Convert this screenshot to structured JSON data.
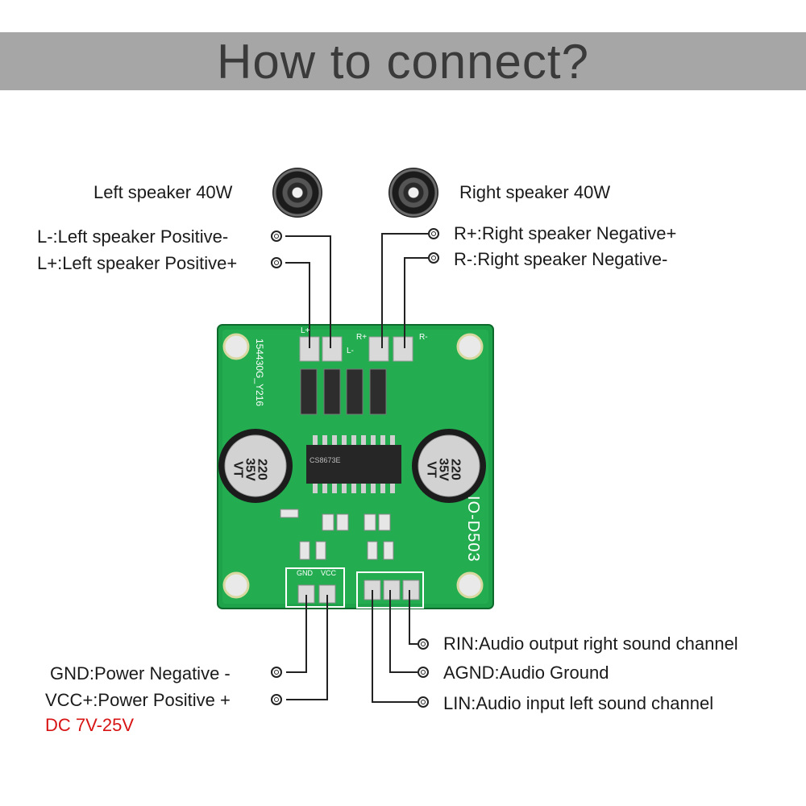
{
  "header": {
    "title": "How to connect?"
  },
  "speakers": {
    "left": "Left speaker 40W",
    "right": "Right speaker 40W"
  },
  "left_outputs": [
    "L-:Left speaker Positive-",
    "L+:Left speaker Positive+"
  ],
  "right_outputs": [
    "R+:Right speaker Negative+",
    "R-:Right speaker Negative-"
  ],
  "power": {
    "gnd": "GND:Power Negative -",
    "vcc": "VCC+:Power Positive +",
    "dc_range": "DC 7V-25V"
  },
  "audio_inputs": [
    "RIN:Audio output right sound channel",
    "AGND:Audio Ground",
    "LIN:Audio input left sound channel"
  ],
  "board": {
    "silkscreen_serial": "154430G_Y216",
    "model": "IO-D503",
    "cap_left": [
      "220",
      "35V",
      "VT"
    ],
    "cap_right": [
      "220",
      "35V",
      "VT"
    ],
    "pad_labels": {
      "l_plus": "L+",
      "l_minus": "L-",
      "r_plus": "R+",
      "r_minus": "R-",
      "gnd": "GND",
      "vcc": "VCC"
    },
    "chip": "CS8673E"
  },
  "colors": {
    "pcb_green": "#1fa34a",
    "accent_red": "#d81313",
    "banner_gray": "#a6a6a6"
  }
}
